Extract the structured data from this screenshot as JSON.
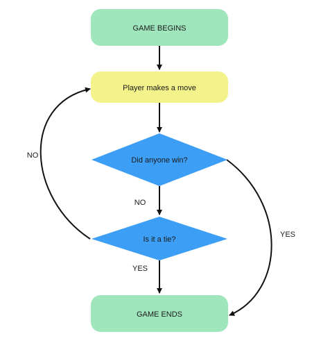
{
  "colors": {
    "terminal": "#9FE6BC",
    "process": "#F4F28A",
    "decision": "#3D9EF5",
    "edge": "#111111"
  },
  "nodes": {
    "start": {
      "label": "GAME BEGINS",
      "shape": "rounded-rectangle"
    },
    "move": {
      "label": "Player makes a move",
      "shape": "rounded-rectangle"
    },
    "win_check": {
      "label": "Did anyone win?",
      "shape": "diamond"
    },
    "tie_check": {
      "label": "Is it a tie?",
      "shape": "diamond"
    },
    "end": {
      "label": "GAME ENDS",
      "shape": "rounded-rectangle"
    }
  },
  "edges": {
    "win_no": {
      "label": "NO"
    },
    "win_yes": {
      "label": "YES"
    },
    "tie_no": {
      "label": "NO"
    },
    "tie_yes": {
      "label": "YES"
    }
  }
}
